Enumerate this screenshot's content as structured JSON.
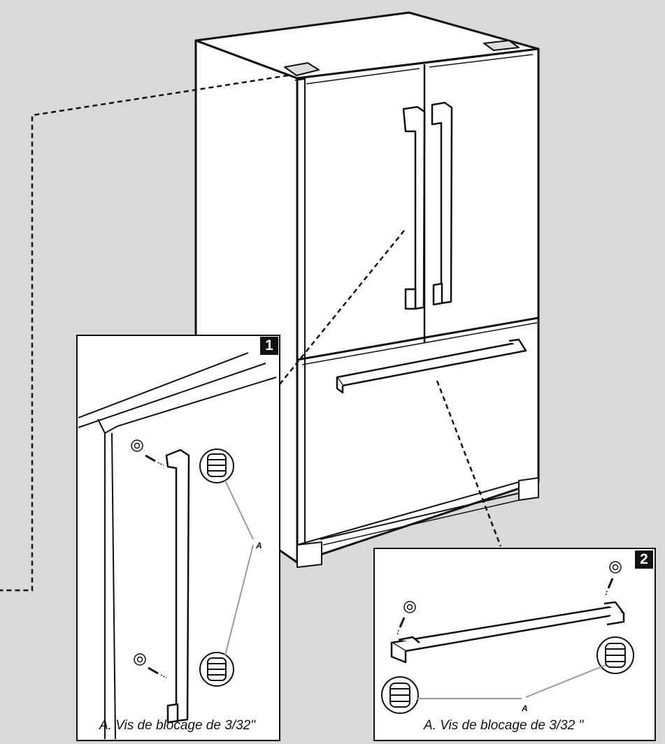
{
  "panel1": {
    "step": "1",
    "callout": "A",
    "caption": "A. Vis de blocage de 3/32\""
  },
  "panel2": {
    "step": "2",
    "callout": "A",
    "caption": "A. Vis de blocage de 3/32 \""
  },
  "colors": {
    "background": "#d9d9d9",
    "panel": "#ffffff",
    "line": "#111111",
    "leader": "#999999"
  },
  "icons": [
    "refrigerator-illustration",
    "door-handle",
    "drawer-handle",
    "set-screw"
  ]
}
